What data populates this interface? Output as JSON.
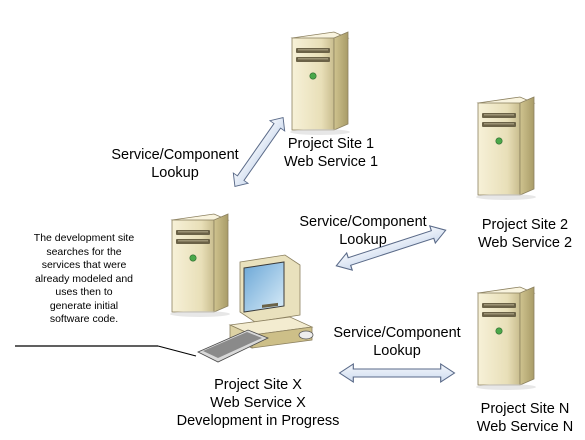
{
  "servers": {
    "site1": {
      "label_line1": "Project Site 1",
      "label_line2": "Web Service 1"
    },
    "site2": {
      "label_line1": "Project Site 2",
      "label_line2": "Web Service 2"
    },
    "siteN": {
      "label_line1": "Project Site N",
      "label_line2": "Web Service N"
    },
    "siteX": {
      "label_line1": "Project Site X",
      "label_line2": "Web Service X",
      "label_line3": "Development in Progress"
    }
  },
  "lookups": {
    "to_site1": {
      "line1": "Service/Component",
      "line2": "Lookup"
    },
    "to_site2": {
      "line1": "Service/Component",
      "line2": "Lookup"
    },
    "to_siteN": {
      "line1": "Service/Component",
      "line2": "Lookup"
    }
  },
  "callout": {
    "lines": [
      "The development site",
      "searches for the",
      "services that were",
      "already modeled and",
      "uses then to",
      "generate initial",
      "software code."
    ]
  },
  "colors": {
    "server_body": "#efe8c8",
    "server_shadow": "#b8ad7c",
    "arrow_fill": "#e4ebf6",
    "arrow_stroke": "#5a6a88",
    "led_green": "#4aa84a"
  }
}
